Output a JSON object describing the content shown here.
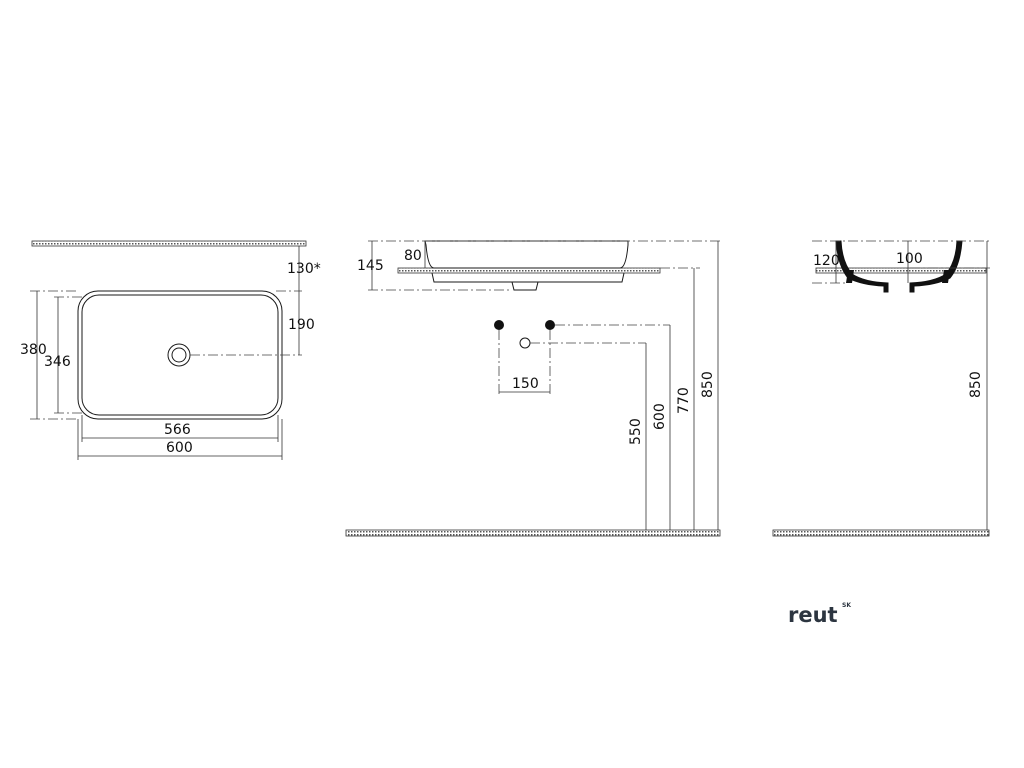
{
  "top_view": {
    "dim_130": "130*",
    "dim_190": "190",
    "dim_380": "380",
    "dim_346": "346",
    "dim_566": "566",
    "dim_600": "600"
  },
  "front_view": {
    "dim_145": "145",
    "dim_80": "80",
    "dim_150": "150",
    "dim_550": "550",
    "dim_600": "600",
    "dim_770": "770",
    "dim_850": "850"
  },
  "side_view": {
    "dim_120": "120",
    "dim_100": "100",
    "dim_850": "850"
  },
  "brand": {
    "name": "reut",
    "suffix": "SK"
  }
}
